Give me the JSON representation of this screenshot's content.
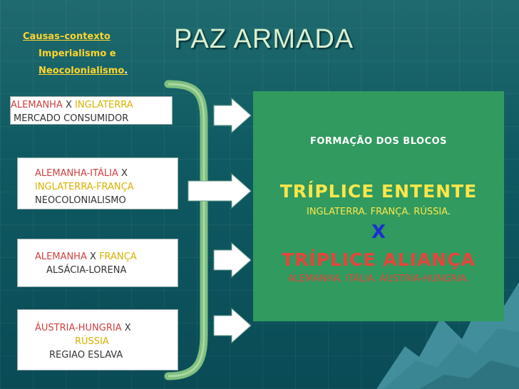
{
  "title": "PAZ ARMADA",
  "causes": {
    "heading": "Causas–contexto",
    "line1": "Imperialismo e",
    "line2": "Neocolonialismo",
    "line2_end": "."
  },
  "cards": [
    {
      "a": "ALEMANHA",
      "x": " X ",
      "b": "INGLATERRA",
      "desc": "MERCADO CONSUMIDOR"
    },
    {
      "a": "ALEMANHA-ITÁLIA",
      "x": " X",
      "b": "INGLATERRA-FRANÇA",
      "desc": "NEOCOLONIALISMO"
    },
    {
      "a": "ALEMANHA",
      "x": " X ",
      "b": "FRANÇA",
      "desc": "ALSÁCIA-LORENA"
    },
    {
      "a": "ÁUSTRIA-HUNGRIA",
      "x": " X",
      "b": "RÚSSIA",
      "desc": "REGIAO ESLAVA"
    }
  ],
  "panel": {
    "heading": "FORMAÇÃO DOS BLOCOS",
    "entente": "TRÍPLICE ENTENTE",
    "entente_countries": "INGLATERRA. FRANÇA. RÚSSIA",
    "entente_end": ".",
    "versus": "X",
    "alianca": "TRÍPLICE ALIANÇA",
    "alianca_countries": "ALEMANHA. ITÁLIA. ÁUSTRIA-HUNGRIA."
  },
  "colors": {
    "background": "#0f5a62",
    "panel": "#309a5f",
    "yellow": "#ffd52e",
    "red": "#d04040",
    "blue": "#1b2fd0"
  }
}
